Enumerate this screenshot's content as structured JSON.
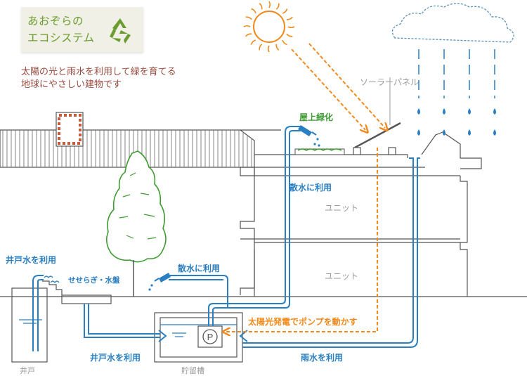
{
  "title": {
    "line1": "あおぞらの",
    "line2": "エコシステム",
    "icon": "recycle-icon"
  },
  "description": {
    "line1": "太陽の光と雨水を利用して緑を育てる",
    "line2": "地球にやさしい建物です"
  },
  "labels": {
    "solar_panel": "ソーラーパネル",
    "rooftop_greening": "屋上緑化",
    "sprinkler_upper": "散水に利用",
    "unit_upper": "ユニット",
    "unit_lower": "ユニット",
    "sprinkler_lower": "散水に利用",
    "well_water_use": "井戸水を利用",
    "stream_basin": "せせらぎ・水盤",
    "solar_pump": "太陽光発電でポンプを動かす",
    "well_water_bottom": "井戸水を利用",
    "rainwater_use": "雨水を利用",
    "well": "井戸",
    "storage_tank": "貯留槽",
    "pump_symbol": "P"
  },
  "colors": {
    "water": "#2a7fc0",
    "energy": "#f08a1c",
    "green": "#3f9c32",
    "building_line": "#555555",
    "title_green": "#6b9c2f",
    "text_brown": "#9a4a3e"
  }
}
